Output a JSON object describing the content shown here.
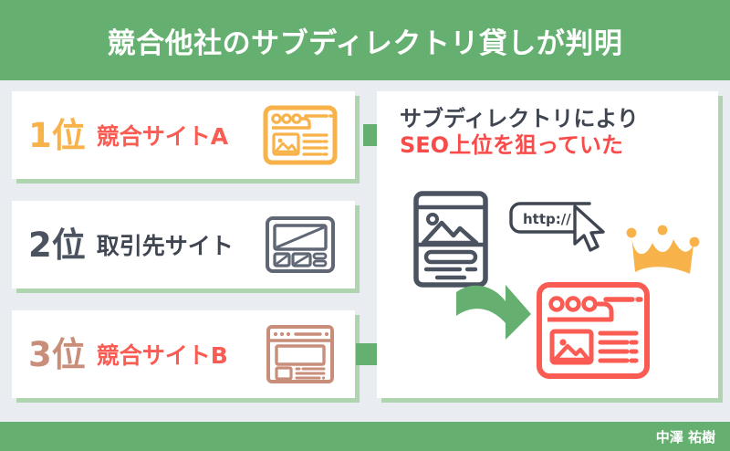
{
  "header": {
    "title": "競合他社のサブディレクトリ貸しが判明",
    "background_color": "#65b070",
    "text_color": "#ffffff"
  },
  "footer": {
    "author": "中澤 祐樹",
    "background_color": "#65b070",
    "text_color": "#ffffff"
  },
  "page": {
    "background_color": "#e9edf2",
    "card_background": "#ffffff",
    "card_shadow_color": "#afd4b0"
  },
  "ranking": {
    "rows": [
      {
        "rank_label": "1位",
        "rank_color": "#f7b24a",
        "site_name": "競合サイトA",
        "site_name_color": "#fa5b52",
        "icon_name": "browser-window-icon",
        "icon_color": "#f7b24a",
        "has_arrow": true
      },
      {
        "rank_label": "2位",
        "rank_color": "#4b5360",
        "site_name": "取引先サイト",
        "site_name_color": "#3f4651",
        "icon_name": "wireframe-layout-icon",
        "icon_color": "#5f6775",
        "has_arrow": false
      },
      {
        "rank_label": "3位",
        "rank_color": "#c98e79",
        "site_name": "競合サイトB",
        "site_name_color": "#fa5b52",
        "icon_name": "webpage-layout-icon",
        "icon_color": "#c98e79",
        "has_arrow": true
      }
    ],
    "arrow_color": "#65b070",
    "arrow_name": "green-right-arrow"
  },
  "explanation": {
    "line_1": "サブディレクトリにより",
    "line_1_color": "#3f4651",
    "line_2": "SEO上位を狙っていた",
    "line_2_color": "#fa4b4b"
  },
  "diagram": {
    "source_site_icon": "gray-webpage-icon",
    "source_site_color": "#4b5360",
    "url_bar_text": "http://",
    "url_bar_color": "#3f4651",
    "cursor_icon": "mouse-cursor-icon",
    "cursor_color": "#3f4651",
    "flow_arrow_icon": "curved-green-arrow",
    "flow_arrow_color": "#65b070",
    "crown_icon": "crown-icon",
    "crown_color": "#f7b24a",
    "target_site_icon": "red-browser-window-icon",
    "target_site_color": "#fa5b52"
  }
}
